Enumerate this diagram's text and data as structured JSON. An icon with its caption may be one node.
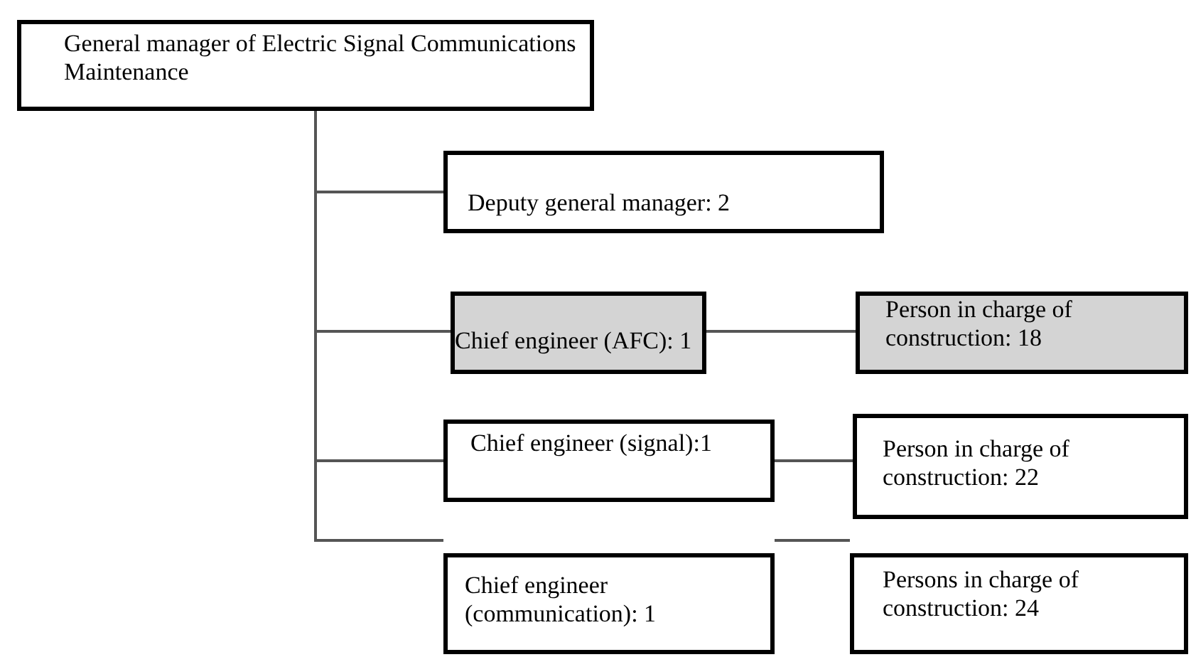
{
  "diagram": {
    "nodes": [
      {
        "text": [
          "General manager of Electric Signal Communications Maintenance"
        ]
      },
      {
        "text": [
          "Deputy general manager: 2"
        ]
      },
      {
        "text": [
          "Chief engineer (AFC): 1"
        ]
      },
      {
        "text": [
          "Person in charge of construction: 18"
        ]
      },
      {
        "text": [
          "Chief engineer (signal):1"
        ]
      },
      {
        "text": [
          "Person in charge of construction: 22"
        ]
      },
      {
        "text": [
          "Chief engineer (communication): 1"
        ]
      },
      {
        "text": [
          "Persons in charge of construction: 24"
        ]
      }
    ],
    "edges": [
      {
        "from": 0,
        "to": 1,
        "arrow": "none"
      },
      {
        "from": 0,
        "to": 2,
        "arrow": "none"
      },
      {
        "from": 0,
        "to": 4,
        "arrow": "none"
      },
      {
        "from": 0,
        "to": 6,
        "arrow": "none"
      },
      {
        "from": 2,
        "to": 3,
        "arrow": "none"
      },
      {
        "from": 4,
        "to": 5,
        "arrow": "none"
      },
      {
        "from": 6,
        "to": 7,
        "arrow": "none"
      }
    ]
  }
}
